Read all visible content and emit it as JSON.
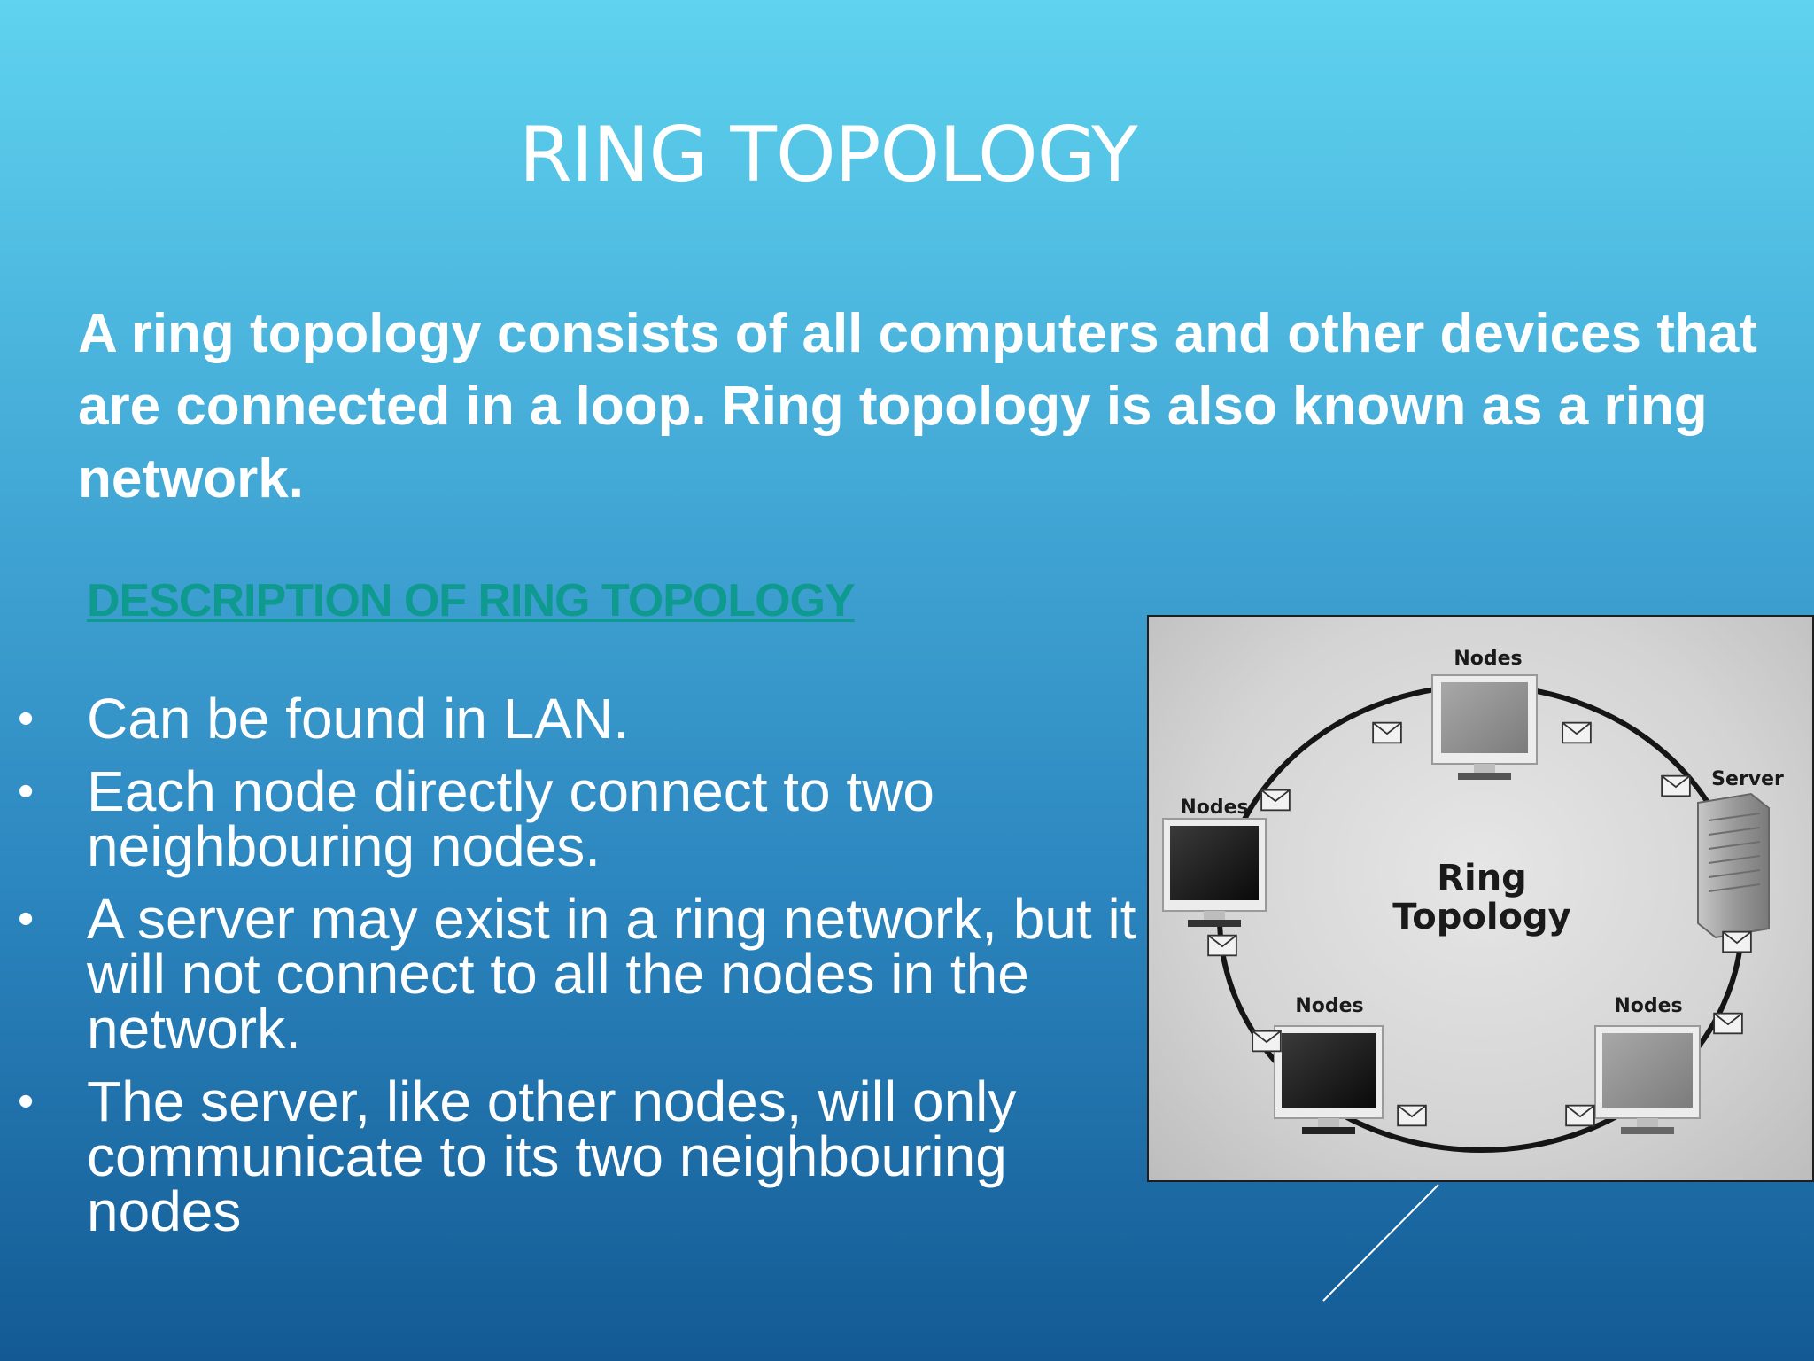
{
  "slide": {
    "title": "RING TOPOLOGY",
    "intro": "A ring topology consists of all computers and other devices that are connected in a loop. Ring topology is also known as a ring network.",
    "section_heading": "DESCRIPTION OF RING TOPOLOGY",
    "bullets": [
      "Can be found in LAN.",
      "Each node directly connect to two neighbouring nodes.",
      "A server may exist in a ring network, but it will not connect to all the nodes in the network.",
      "The server, like other nodes, will only communicate to its two neighbouring nodes"
    ],
    "bullet_glyph": "•"
  },
  "diagram": {
    "center_label_line1": "Ring",
    "center_label_line2": "Topology",
    "node_label": "Nodes",
    "server_label": "Server",
    "icons": [
      "monitor-icon",
      "server-tower-icon",
      "envelope-icon"
    ]
  },
  "colors": {
    "heading_accent": "#0e9a8e",
    "text": "#ffffff"
  }
}
